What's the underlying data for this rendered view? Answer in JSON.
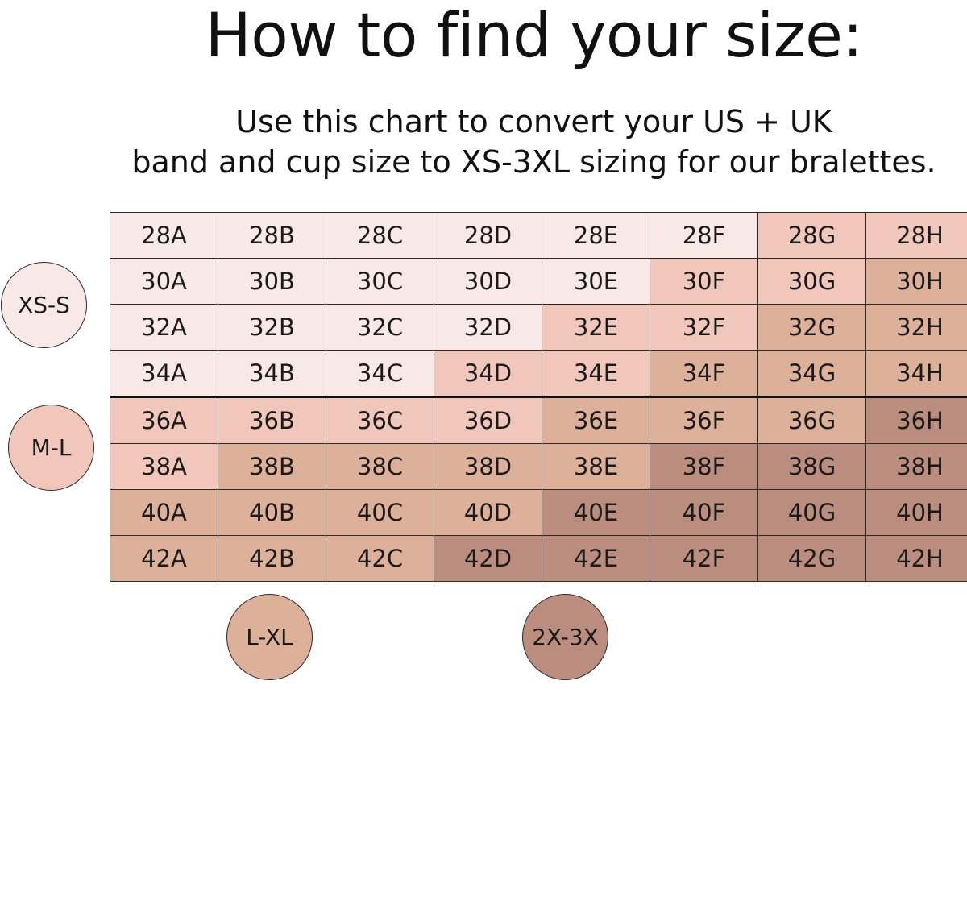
{
  "title": "How to find your size:",
  "subtitle": {
    "line1": "Use this chart to convert your US + UK",
    "line2": "band and cup size to XS-3XL sizing for our bralettes."
  },
  "colors": {
    "xs-s": "#f8e9e6",
    "m-l": "#f1c7bc",
    "l-xl": "#ddb09a",
    "2x-3x": "#ba8d7e"
  },
  "groups": [
    {
      "id": "xs-s",
      "label": "XS-S"
    },
    {
      "id": "m-l",
      "label": "M-L"
    },
    {
      "id": "l-xl",
      "label": "L-XL"
    },
    {
      "id": "2x-3x",
      "label": "2X-3X"
    }
  ],
  "grid": {
    "rows": [
      {
        "band": "28",
        "cells": [
          {
            "size": "28A",
            "group": "xs-s"
          },
          {
            "size": "28B",
            "group": "xs-s"
          },
          {
            "size": "28C",
            "group": "xs-s"
          },
          {
            "size": "28D",
            "group": "xs-s"
          },
          {
            "size": "28E",
            "group": "xs-s"
          },
          {
            "size": "28F",
            "group": "xs-s"
          },
          {
            "size": "28G",
            "group": "m-l"
          },
          {
            "size": "28H",
            "group": "m-l"
          }
        ]
      },
      {
        "band": "30",
        "cells": [
          {
            "size": "30A",
            "group": "xs-s"
          },
          {
            "size": "30B",
            "group": "xs-s"
          },
          {
            "size": "30C",
            "group": "xs-s"
          },
          {
            "size": "30D",
            "group": "xs-s"
          },
          {
            "size": "30E",
            "group": "xs-s"
          },
          {
            "size": "30F",
            "group": "m-l"
          },
          {
            "size": "30G",
            "group": "m-l"
          },
          {
            "size": "30H",
            "group": "l-xl"
          }
        ]
      },
      {
        "band": "32",
        "cells": [
          {
            "size": "32A",
            "group": "xs-s"
          },
          {
            "size": "32B",
            "group": "xs-s"
          },
          {
            "size": "32C",
            "group": "xs-s"
          },
          {
            "size": "32D",
            "group": "xs-s"
          },
          {
            "size": "32E",
            "group": "m-l"
          },
          {
            "size": "32F",
            "group": "m-l"
          },
          {
            "size": "32G",
            "group": "l-xl"
          },
          {
            "size": "32H",
            "group": "l-xl"
          }
        ]
      },
      {
        "band": "34",
        "cells": [
          {
            "size": "34A",
            "group": "xs-s"
          },
          {
            "size": "34B",
            "group": "xs-s"
          },
          {
            "size": "34C",
            "group": "xs-s"
          },
          {
            "size": "34D",
            "group": "m-l"
          },
          {
            "size": "34E",
            "group": "m-l"
          },
          {
            "size": "34F",
            "group": "l-xl"
          },
          {
            "size": "34G",
            "group": "l-xl"
          },
          {
            "size": "34H",
            "group": "l-xl"
          }
        ]
      },
      {
        "band": "36",
        "cells": [
          {
            "size": "36A",
            "group": "m-l"
          },
          {
            "size": "36B",
            "group": "m-l"
          },
          {
            "size": "36C",
            "group": "m-l"
          },
          {
            "size": "36D",
            "group": "m-l"
          },
          {
            "size": "36E",
            "group": "l-xl"
          },
          {
            "size": "36F",
            "group": "l-xl"
          },
          {
            "size": "36G",
            "group": "l-xl"
          },
          {
            "size": "36H",
            "group": "2x-3x"
          }
        ]
      },
      {
        "band": "38",
        "cells": [
          {
            "size": "38A",
            "group": "m-l"
          },
          {
            "size": "38B",
            "group": "l-xl"
          },
          {
            "size": "38C",
            "group": "l-xl"
          },
          {
            "size": "38D",
            "group": "l-xl"
          },
          {
            "size": "38E",
            "group": "l-xl"
          },
          {
            "size": "38F",
            "group": "2x-3x"
          },
          {
            "size": "38G",
            "group": "2x-3x"
          },
          {
            "size": "38H",
            "group": "2x-3x"
          }
        ]
      },
      {
        "band": "40",
        "cells": [
          {
            "size": "40A",
            "group": "l-xl"
          },
          {
            "size": "40B",
            "group": "l-xl"
          },
          {
            "size": "40C",
            "group": "l-xl"
          },
          {
            "size": "40D",
            "group": "l-xl"
          },
          {
            "size": "40E",
            "group": "2x-3x"
          },
          {
            "size": "40F",
            "group": "2x-3x"
          },
          {
            "size": "40G",
            "group": "2x-3x"
          },
          {
            "size": "40H",
            "group": "2x-3x"
          }
        ]
      },
      {
        "band": "42",
        "cells": [
          {
            "size": "42A",
            "group": "l-xl"
          },
          {
            "size": "42B",
            "group": "l-xl"
          },
          {
            "size": "42C",
            "group": "l-xl"
          },
          {
            "size": "42D",
            "group": "2x-3x"
          },
          {
            "size": "42E",
            "group": "2x-3x"
          },
          {
            "size": "42F",
            "group": "2x-3x"
          },
          {
            "size": "42G",
            "group": "2x-3x"
          },
          {
            "size": "42H",
            "group": "2x-3x"
          }
        ]
      }
    ]
  }
}
